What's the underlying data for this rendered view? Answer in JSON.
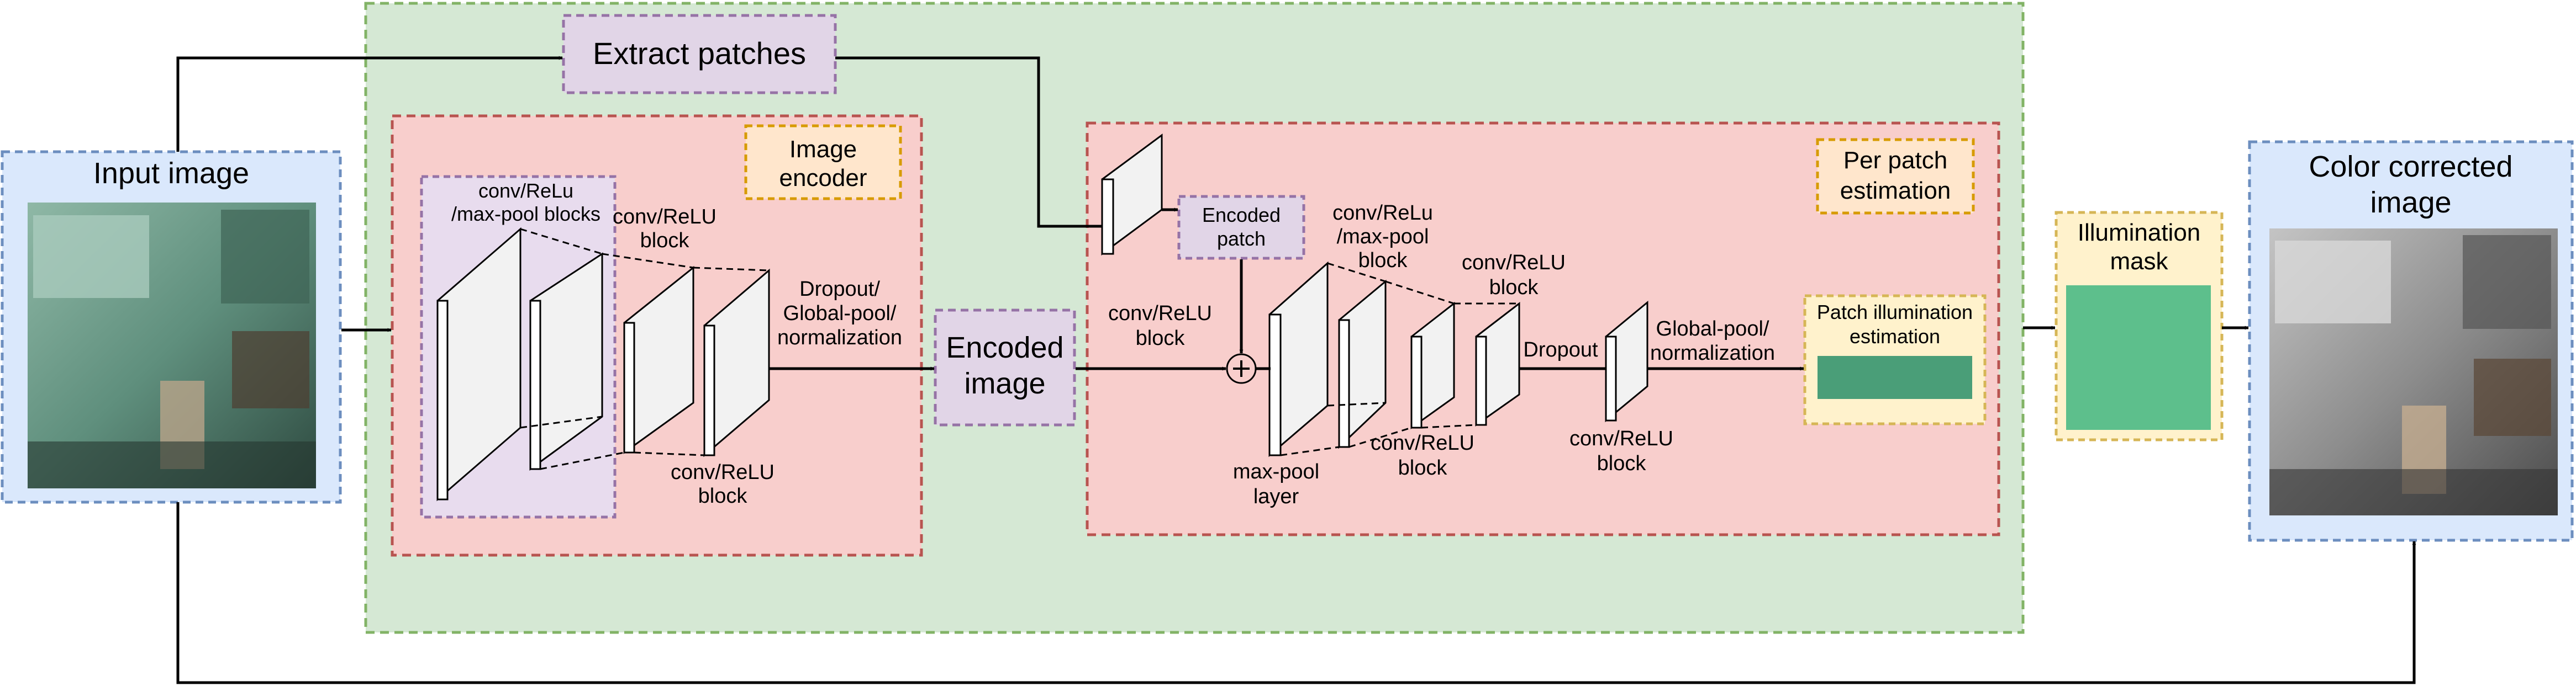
{
  "colors": {
    "outer_bg": "#d5e8d4",
    "outer_border": "#82b366",
    "red_bg": "#f8cecc",
    "red_border": "#b85450",
    "purple_bg": "#e1d5e7",
    "purple_border": "#9673a6",
    "orange_bg": "#ffe6cc",
    "orange_border": "#d79b00",
    "yellow_bg": "#fff2cc",
    "yellow_border": "#d6b656",
    "blue_bg": "#dae8fc",
    "blue_border": "#6c8ebf",
    "mask_green": "#5dbf8c",
    "patch_green": "#4a9e78"
  },
  "input": {
    "title": "Input image"
  },
  "output": {
    "title_line1": "Color corrected",
    "title_line2": "image"
  },
  "extract": {
    "label": "Extract patches"
  },
  "encoder": {
    "title_line1": "Image",
    "title_line2": "encoder",
    "blocks_line1": "conv/ReLu",
    "blocks_line2": "/max-pool blocks",
    "conv_top_line1": "conv/ReLU",
    "conv_top_line2": "block",
    "conv_bottom_line1": "conv/ReLU",
    "conv_bottom_line2": "block",
    "dropout_line1": "Dropout/",
    "dropout_line2": "Global-pool/",
    "dropout_line3": "normalization"
  },
  "encoded_image": {
    "line1": "Encoded",
    "line2": "image"
  },
  "patch": {
    "title_line1": "Per patch",
    "title_line2": "estimation",
    "encoded_line1": "Encoded",
    "encoded_line2": "patch",
    "conv_first_line1": "conv/ReLU",
    "conv_first_line2": "block",
    "maxpool_line1": "max-pool",
    "maxpool_line2": "layer",
    "blocks_line1": "conv/ReLu",
    "blocks_line2": "/max-pool",
    "blocks_line3": "block",
    "conv_top_line1": "conv/ReLU",
    "conv_top_line2": "block",
    "conv_bottom_line1": "conv/ReLU",
    "conv_bottom_line2": "block",
    "dropout": "Dropout",
    "global_line1": "Global-pool/",
    "global_line2": "normalization",
    "conv_last_line1": "conv/ReLU",
    "conv_last_line2": "block",
    "estimation_line1": "Patch illumination",
    "estimation_line2": "estimation"
  },
  "mask": {
    "line1": "Illumination",
    "line2": "mask"
  }
}
